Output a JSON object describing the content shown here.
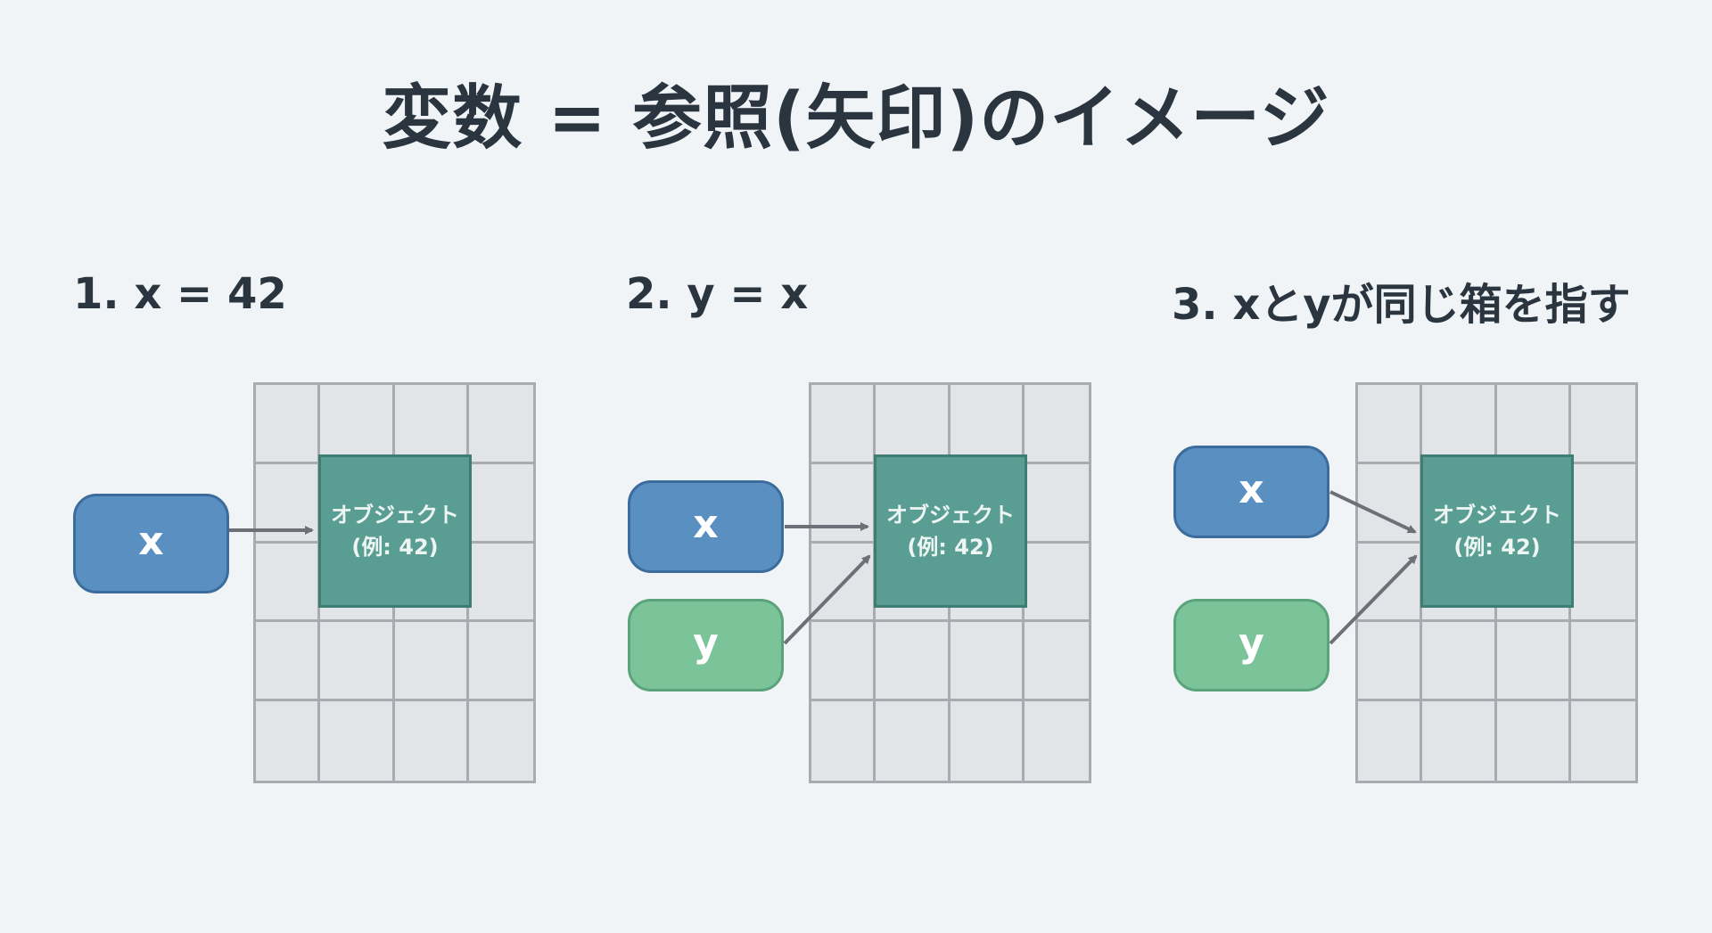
{
  "title": "変数 = 参照(矢印)のイメージ",
  "panels": [
    {
      "step": "1. x = 42",
      "object_label": "オブジェクト",
      "object_value": "(例: 42)",
      "vars": [
        "x"
      ]
    },
    {
      "step": "2. y = x",
      "object_label": "オブジェクト",
      "object_value": "(例: 42)",
      "vars": [
        "x",
        "y"
      ]
    },
    {
      "step": "3. xとyが同じ箱を指す",
      "object_label": "オブジェクト",
      "object_value": "(例: 42)",
      "vars": [
        "x",
        "y"
      ]
    }
  ],
  "colors": {
    "x": "#5a8fc1",
    "y": "#7bc398",
    "object": "#5a9e93",
    "arrow": "#6d7177"
  }
}
